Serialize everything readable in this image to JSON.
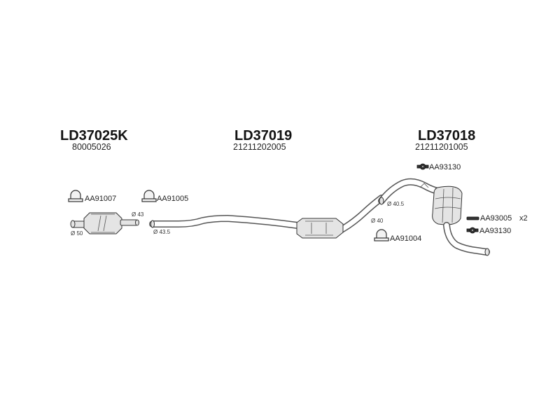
{
  "sections": [
    {
      "code": "LD37025K",
      "number": "80005026"
    },
    {
      "code": "LD37019",
      "number": "21211202005"
    },
    {
      "code": "LD37018",
      "number": "21211201005"
    }
  ],
  "accessories": {
    "clamp_aa91007": "AA91007",
    "clamp_aa91005": "AA91005",
    "clamp_aa91004": "AA91004",
    "hanger_top": "AA93130",
    "strip_aa93005": "AA93005",
    "strip_qty": "x2",
    "hanger_bottom": "AA93130"
  },
  "diameters": {
    "d43": "Ø 43",
    "d43_5": "Ø 43.5",
    "d50": "Ø 50",
    "d40": "Ø 40",
    "d40_5": "Ø 40.5"
  }
}
